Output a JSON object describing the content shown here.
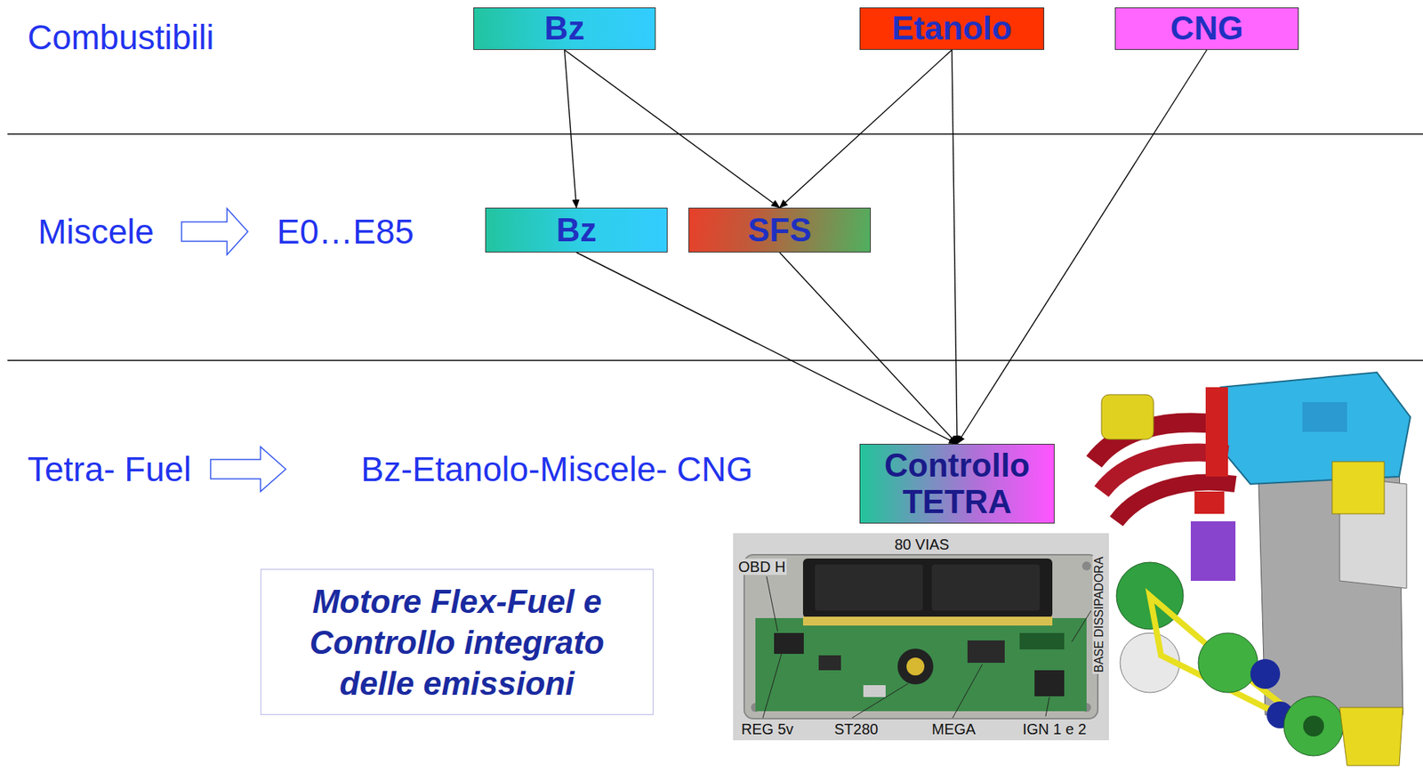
{
  "diagram": {
    "nodes": [
      {
        "text": [
          "Bz"
        ]
      },
      {
        "text": [
          "Etanolo"
        ]
      },
      {
        "text": [
          "CNG"
        ]
      },
      {
        "text": [
          "Bz"
        ]
      },
      {
        "text": [
          "SFS"
        ]
      },
      {
        "text": [
          "Controllo TETRA"
        ]
      },
      {
        "text": [
          "Motore Flex-Fuel e Controllo integrato delle emissioni"
        ]
      }
    ],
    "edges": [
      {
        "from": 0,
        "to": 3,
        "arrow": "to"
      },
      {
        "from": 0,
        "to": 4,
        "arrow": "to"
      },
      {
        "from": 1,
        "to": 4,
        "arrow": "to"
      },
      {
        "from": 1,
        "to": 5,
        "arrow": "to"
      },
      {
        "from": 2,
        "to": 5,
        "arrow": "to"
      },
      {
        "from": 3,
        "to": 5,
        "arrow": "to"
      },
      {
        "from": 4,
        "to": 5,
        "arrow": "to"
      }
    ],
    "labels": [
      "Combustibili",
      "Miscele",
      "E0…E85",
      "Tetra- Fuel",
      "Bz-Etanolo-Miscele- CNG",
      "80 VIAS",
      "OBD H",
      "BASE DISSIPADORA",
      "REG 5v",
      "ST280",
      "MEGA",
      "IGN 1 e 2"
    ]
  }
}
